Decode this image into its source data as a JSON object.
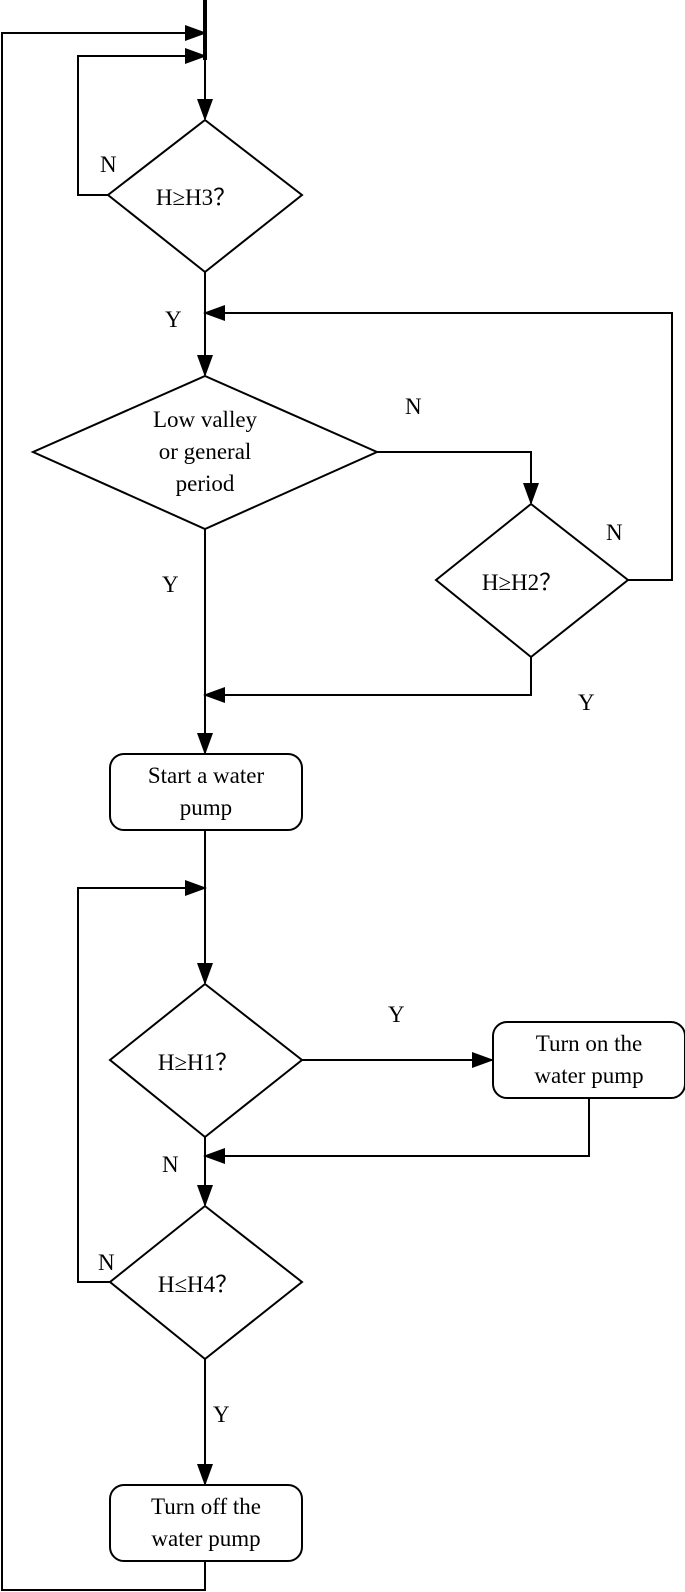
{
  "diagram": {
    "decisions": {
      "h3": "H≥H3？",
      "period": [
        "Low valley",
        "or general",
        "period"
      ],
      "h2": "H≥H2？",
      "h1": "H≥H1？",
      "h4": "H≤H4？"
    },
    "processes": {
      "start_pump": [
        "Start a water",
        "pump"
      ],
      "turn_on": [
        "Turn on the",
        "water pump"
      ],
      "turn_off": [
        "Turn off the",
        "water pump"
      ]
    },
    "labels": {
      "yes": "Y",
      "no": "N"
    }
  }
}
